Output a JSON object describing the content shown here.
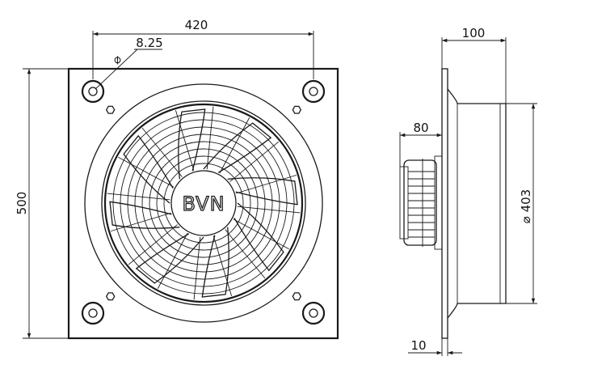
{
  "dimensions": {
    "width": "420",
    "height": "500",
    "hole_diameter": "8.25",
    "diameter_symbol": "⌀",
    "depth_total": "100",
    "motor_depth": "80",
    "plate_thickness": "10",
    "impeller_diameter": "403"
  },
  "logo": {
    "text": "BVN"
  }
}
